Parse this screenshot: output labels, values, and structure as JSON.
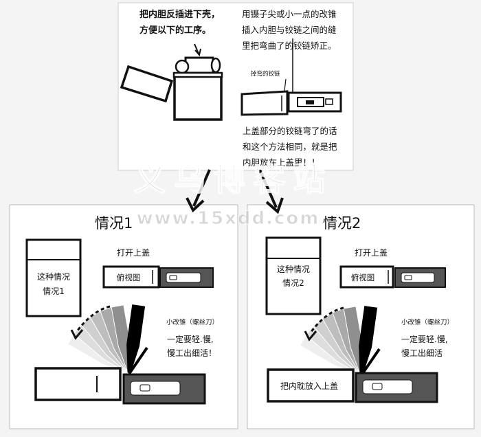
{
  "top_panel": {
    "instruction_left": [
      "把内胆反插进下壳，",
      "方便以下的工序。"
    ],
    "instruction_right": [
      "用镊子尖或小一点的改锥",
      "插入内胆与铰链之间的缝",
      "里把弯曲了的铰链矫正。"
    ],
    "hinge_label": "掉弯的铰链",
    "note": [
      "上盖部分的铰链弯了的话",
      "和这个方法相同，就是把",
      "内胆放在上盖里！！"
    ]
  },
  "case1": {
    "title": "情况1",
    "box_text": [
      "这种情况",
      "情况1"
    ],
    "open_lid": "打开上盖",
    "top_view": "俯视图",
    "tool": "小改锥（螺丝刀）",
    "caution": [
      "一定要轻.慢,",
      "慢工出细活！"
    ]
  },
  "case2": {
    "title": "情况2",
    "box_text": [
      "这种情况",
      "情况2"
    ],
    "open_lid": "打开上盖",
    "top_view": "俯视图",
    "tool": "小改锥（螺丝刀）",
    "caution": [
      "一定要轻.慢,",
      "慢工出细活"
    ],
    "put_text": "把内耽放入上盖"
  },
  "watermark": {
    "main": "义乌博客站",
    "url": "www.15xdd.com"
  },
  "colors": {
    "line": "#111111",
    "panel_border": "#bbbbbb",
    "watermark": "#c9c9c9",
    "fan": [
      "#eeeeee",
      "#dddddd",
      "#cfcfcf",
      "#bdbdbd",
      "#a9a9a9",
      "#8f8f8f",
      "#000000"
    ]
  }
}
